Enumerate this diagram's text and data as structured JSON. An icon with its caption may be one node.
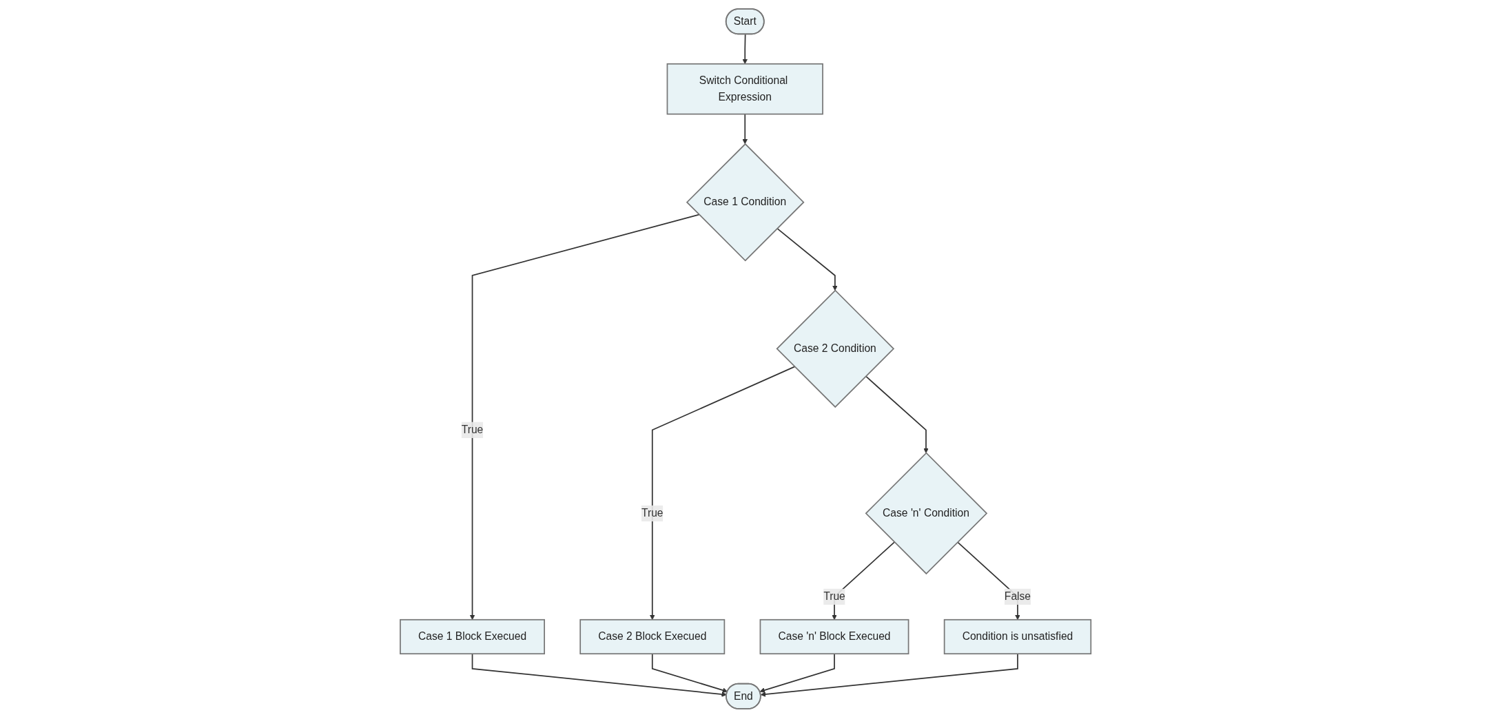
{
  "diagram": {
    "nodes": [
      {
        "text": [
          "Start"
        ]
      },
      {
        "text": [
          "Switch Conditional Expression"
        ]
      },
      {
        "text": [
          "Case 1 Condition"
        ]
      },
      {
        "text": [
          "Case 1 Block Execued"
        ]
      },
      {
        "text": [
          "Case 2 Condition"
        ]
      },
      {
        "text": [
          "Case 2 Block Execued"
        ]
      },
      {
        "text": [
          "Case 'n' Condition"
        ]
      },
      {
        "text": [
          "Case 'n' Block Execued"
        ]
      },
      {
        "text": [
          "Condition is unsatisfied"
        ]
      },
      {
        "text": [
          "End"
        ]
      }
    ],
    "edges": [
      {
        "from": 0,
        "to": 1,
        "arrow": "to"
      },
      {
        "from": 1,
        "to": 2,
        "arrow": "to"
      },
      {
        "from": 2,
        "to": 3,
        "arrow": "to",
        "label": "True"
      },
      {
        "from": 2,
        "to": 4,
        "arrow": "to"
      },
      {
        "from": 4,
        "to": 5,
        "arrow": "to",
        "label": "True"
      },
      {
        "from": 4,
        "to": 6,
        "arrow": "to"
      },
      {
        "from": 6,
        "to": 7,
        "arrow": "to",
        "label": "True"
      },
      {
        "from": 6,
        "to": 8,
        "arrow": "to",
        "label": "False"
      },
      {
        "from": 8,
        "to": 9,
        "arrow": "to"
      },
      {
        "from": 3,
        "to": 9,
        "arrow": "to"
      },
      {
        "from": 5,
        "to": 9,
        "arrow": "to"
      },
      {
        "from": 7,
        "to": 9,
        "arrow": "to"
      }
    ]
  }
}
